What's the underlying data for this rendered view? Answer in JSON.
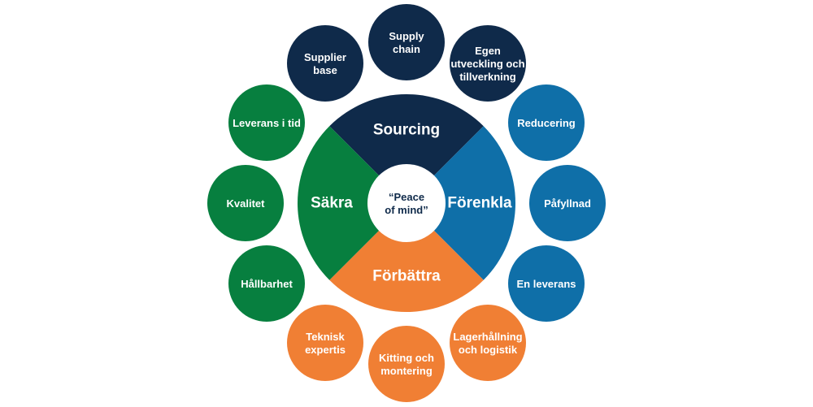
{
  "colors": {
    "navy": "#0f2a4a",
    "blue": "#0f6fa8",
    "green": "#077f3f",
    "orange": "#f07f34",
    "center_fill": "#ffffff",
    "center_text": "#0f2a4a"
  },
  "center": {
    "lines": [
      "“Peace",
      "of mind”"
    ]
  },
  "segments": [
    {
      "id": "sourcing",
      "label": "Sourcing",
      "color_key": "navy"
    },
    {
      "id": "forenkla",
      "label": "Förenkla",
      "color_key": "blue"
    },
    {
      "id": "forbattra",
      "label": "Förbättra",
      "color_key": "orange"
    },
    {
      "id": "sakra",
      "label": "Säkra",
      "color_key": "green"
    }
  ],
  "nodes": [
    {
      "id": "supply-chain",
      "lines": [
        "Supply",
        "chain"
      ],
      "color_key": "navy"
    },
    {
      "id": "egen-utveckling",
      "lines": [
        "Egen",
        "utveckling och",
        "tillverkning"
      ],
      "color_key": "navy"
    },
    {
      "id": "reducering",
      "lines": [
        "Reducering"
      ],
      "color_key": "blue"
    },
    {
      "id": "pafyllnad",
      "lines": [
        "Påfyllnad"
      ],
      "color_key": "blue"
    },
    {
      "id": "en-leverans",
      "lines": [
        "En leverans"
      ],
      "color_key": "blue"
    },
    {
      "id": "lagerhallning",
      "lines": [
        "Lagerhållning",
        "och logistik"
      ],
      "color_key": "orange"
    },
    {
      "id": "kitting",
      "lines": [
        "Kitting och",
        "montering"
      ],
      "color_key": "orange"
    },
    {
      "id": "teknisk-expertis",
      "lines": [
        "Teknisk",
        "expertis"
      ],
      "color_key": "orange"
    },
    {
      "id": "hallbarhet",
      "lines": [
        "Hållbarhet"
      ],
      "color_key": "green"
    },
    {
      "id": "kvalitet",
      "lines": [
        "Kvalitet"
      ],
      "color_key": "green"
    },
    {
      "id": "leverans-i-tid",
      "lines": [
        "Leverans i tid"
      ],
      "color_key": "green"
    },
    {
      "id": "supplier-base",
      "lines": [
        "Supplier",
        "base"
      ],
      "color_key": "navy"
    }
  ]
}
